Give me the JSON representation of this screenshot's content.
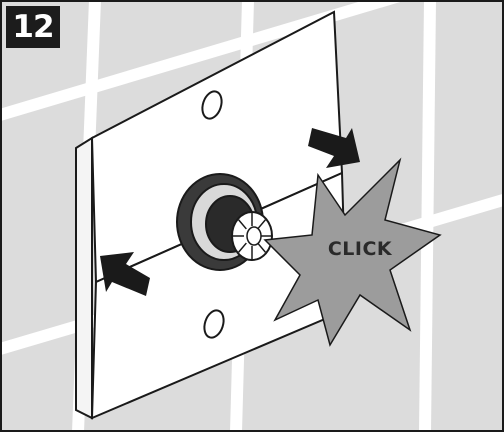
{
  "step": {
    "number": "12"
  },
  "callout": {
    "text": "CLICK"
  },
  "colors": {
    "tile": "#dcdcdc",
    "grout": "#ffffff",
    "plate": "#ffffff",
    "outline": "#1a1a1a",
    "starburst": "#9c9c9c",
    "arrow": "#1a1a1a"
  },
  "icons": [
    "step-number-badge",
    "push-arrow-icon",
    "click-starburst-icon"
  ]
}
